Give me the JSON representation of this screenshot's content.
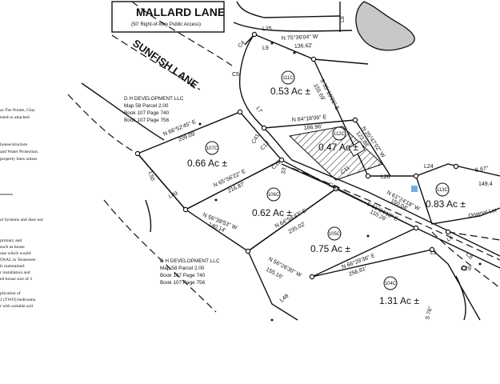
{
  "roads": {
    "mallard": "MALLARD LANE",
    "mallard_sub": "(50' Right-of-Way Public Access)",
    "sunfish": "SUNFISH LANE"
  },
  "owners": {
    "a": {
      "name": "D H DEVELOPMENT LLC",
      "map": "Map 58 Parcel 2.00",
      "book1": "Book 107 Page 740",
      "book2": "Book 107 Page 756"
    },
    "b": {
      "name": "D H DEVELOPMENT LLC",
      "map": "Map 58 Parcel 2.00",
      "book1": "Book 107 Page 740",
      "book2": "Book 107 Page 756"
    }
  },
  "lots": {
    "l111": {
      "id": "111C",
      "acres": "0.53 Ac ±"
    },
    "l112": {
      "id": "112C",
      "acres": "0.47 Ac ±"
    },
    "l107": {
      "id": "107C",
      "acres": "0.66 Ac ±"
    },
    "l106": {
      "id": "106C",
      "acres": "0.62 Ac ±"
    },
    "l105": {
      "id": "105C",
      "acres": "0.75 Ac ±"
    },
    "l113": {
      "id": "113C",
      "acres": "0.83 Ac ±"
    },
    "l104": {
      "id": "104C",
      "acres": "1.31 Ac ±"
    }
  },
  "bearings": {
    "b1": "N 75°36'04\" W",
    "b1d": "136.62'",
    "b2": "S 35°10'21\" E",
    "b2d": "155.69'",
    "b3": "N 84°18'06\" E",
    "b3d": "186.96'",
    "b4": "N 25°47'02\" W",
    "b4d": "123.88'",
    "b5": "N 66°52'45\" E",
    "b5d": "209.09'",
    "b6": "N 65°56'22\" E",
    "b6d": "216.87'",
    "b7": "N 61°24'18\" W",
    "b7d": "150.04'",
    "b8": "S 61°24'18\" E",
    "b8d": "110.26'",
    "b9": "N 64°54'43\" E",
    "b9d": "235.02'",
    "b10": "N 56°38'53\" W",
    "b10d": "140.14'",
    "b11": "N 66°29'36\" E",
    "b11d": "256.81'",
    "b12": "N 56°26'30\" W",
    "b12d": "155.16'",
    "b13": "S 67°",
    "b13d": "149.4",
    "b14": "S 76°"
  },
  "labels": {
    "c4": "C4",
    "c5": "C5",
    "l9": "L9",
    "l25": "L25",
    "l7": "L7",
    "c41": "C41",
    "c12": "C12",
    "c39": "C39",
    "l50": "L50",
    "l49": "L49",
    "c40": "C40",
    "c11": "C11",
    "l20": "L20",
    "l24": "L24",
    "l6": "L6",
    "c6": "C6",
    "l5": "L5",
    "c29": "C29",
    "l48": "L48",
    "l8": "L8",
    "dims": "33'",
    "orig": "Original Lot"
  },
  "notes": [
    "as The Pointe, Clay",
    "isted or attached",
    "house/structure",
    "and Water Protection.",
    "property lines unless",
    "al Systems and does not",
    "primary and",
    "such as house",
    "one which would",
    "OSAL in Tennessee.",
    "ls maintained.",
    "r installation and",
    "ed house size of 3",
    "plication of",
    "2 (TWO) bedrooms.",
    "t with suitable soil"
  ]
}
